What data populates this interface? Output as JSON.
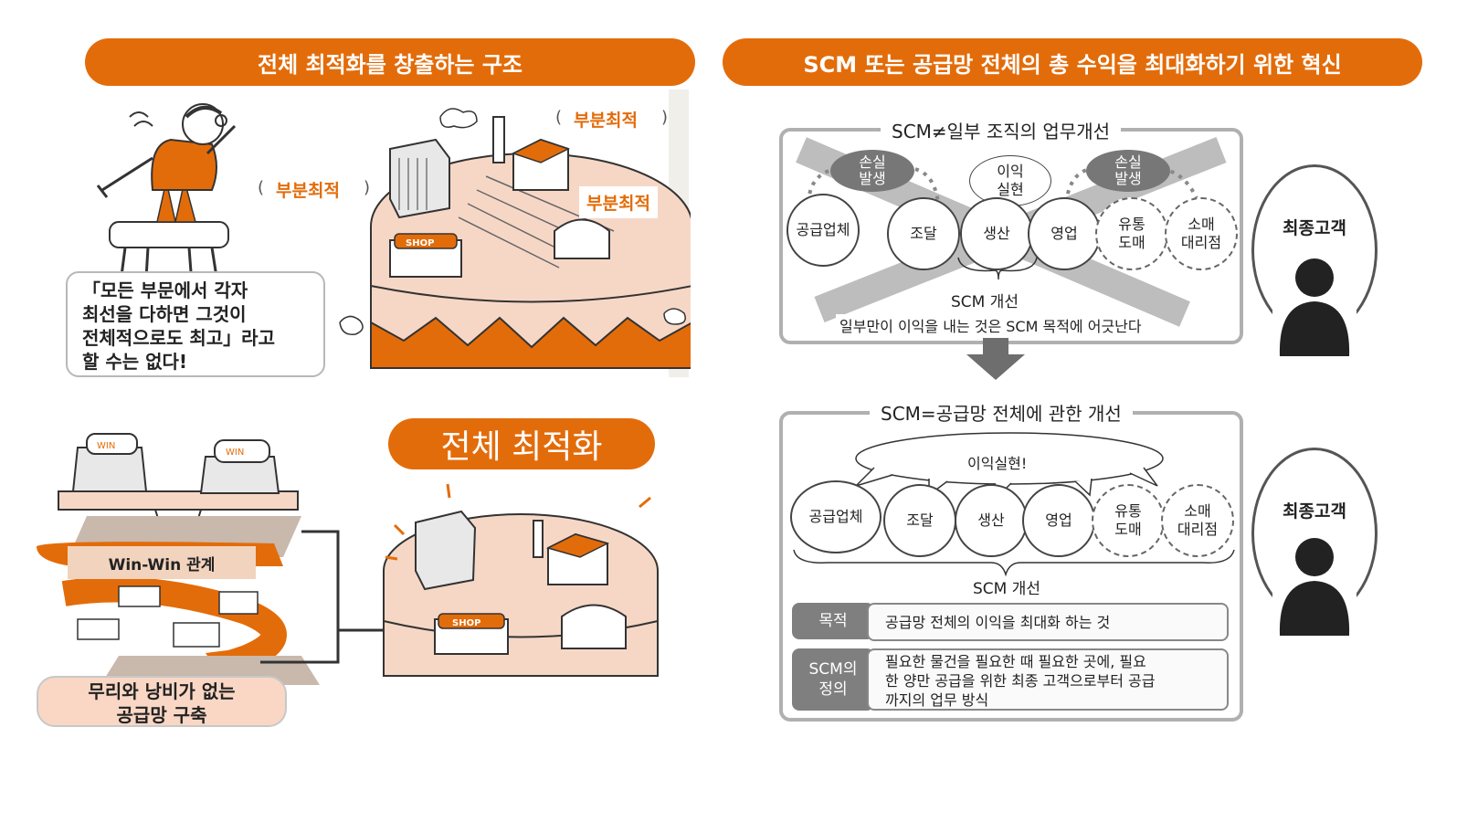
{
  "left": {
    "banner": "전체 최적화를 창출하는 구조",
    "partial_labels": [
      "부분최적",
      "부분최적",
      "부분최적"
    ],
    "quote_lines": [
      "「모든 부문에서 각자",
      "최선을 다하면 그것이",
      "전체적으로도 최고」라고",
      "할 수는 없다!"
    ],
    "whole_opt": "전체 최적화",
    "win_win": "Win-Win 관계",
    "build_lines": [
      "무리와 낭비가 없는",
      "공급망 구축"
    ],
    "illustration_text": {
      "shop": "SHOP",
      "win": "WIN"
    }
  },
  "right": {
    "banner": "SCM 또는 공급망 전체의 총 수익을 최대화하기 위한 혁신",
    "top": {
      "title": "SCM≠일부 조직의 업무개선",
      "loss": [
        "손실\n발생",
        "손실\n발생"
      ],
      "profit": "이익\n실현",
      "nodes": [
        "공급업체",
        "조달",
        "생산",
        "영업",
        "유통\n도매",
        "소매\n대리점"
      ],
      "improve": "SCM 개선",
      "note": "일부만이 이익을 내는 것은 SCM 목적에 어긋난다",
      "customer": "최종고객"
    },
    "bottom": {
      "title": "SCM=공급망 전체에 관한 개선",
      "profit": "이익실현!",
      "nodes": [
        "공급업체",
        "조달",
        "생산",
        "영업",
        "유통\n도매",
        "소매\n대리점"
      ],
      "improve": "SCM 개선",
      "purpose_label": "목적",
      "purpose": "공급망 전체의 이익을 최대화 하는 것",
      "def_label": "SCM의\n정의",
      "def_lines": [
        "필요한 물건을 필요한 때 필요한 곳에, 필요",
        "한 양만 공급을 위한 최종 고객으로부터 공급",
        "까지의 업무 방식"
      ],
      "customer": "최종고객"
    }
  }
}
